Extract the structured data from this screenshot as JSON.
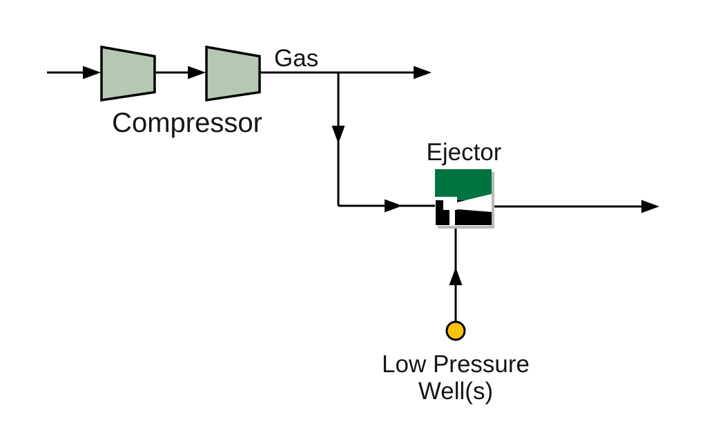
{
  "labels": {
    "gas": "Gas",
    "compressor": "Compressor",
    "ejector": "Ejector",
    "low_pressure_well": {
      "line1": "Low Pressure",
      "line2": "Well(s)"
    }
  },
  "icons": [
    {
      "name": "compressor-icon",
      "shape": "trapezoid",
      "fill": "#b6c8b4"
    },
    {
      "name": "compressor-icon",
      "shape": "trapezoid",
      "fill": "#b6c8b4"
    },
    {
      "name": "ejector-icon",
      "shape": "green-black-square-with-white-nozzle",
      "fill": "#007440"
    },
    {
      "name": "well-source-icon",
      "shape": "circle",
      "fill": "#f9c20e"
    },
    {
      "name": "flow-arrowhead-icon",
      "shape": "solid-triangle",
      "fill": "#000000"
    }
  ],
  "colors": {
    "background": "#ffffff",
    "line": "#000000",
    "text": "#151515",
    "compressor_fill": "#b6c8b4",
    "ejector_green": "#007440",
    "ejector_black": "#000000",
    "ejector_shadow": "#b9b9b9",
    "well_yellow": "#f9c20e"
  }
}
